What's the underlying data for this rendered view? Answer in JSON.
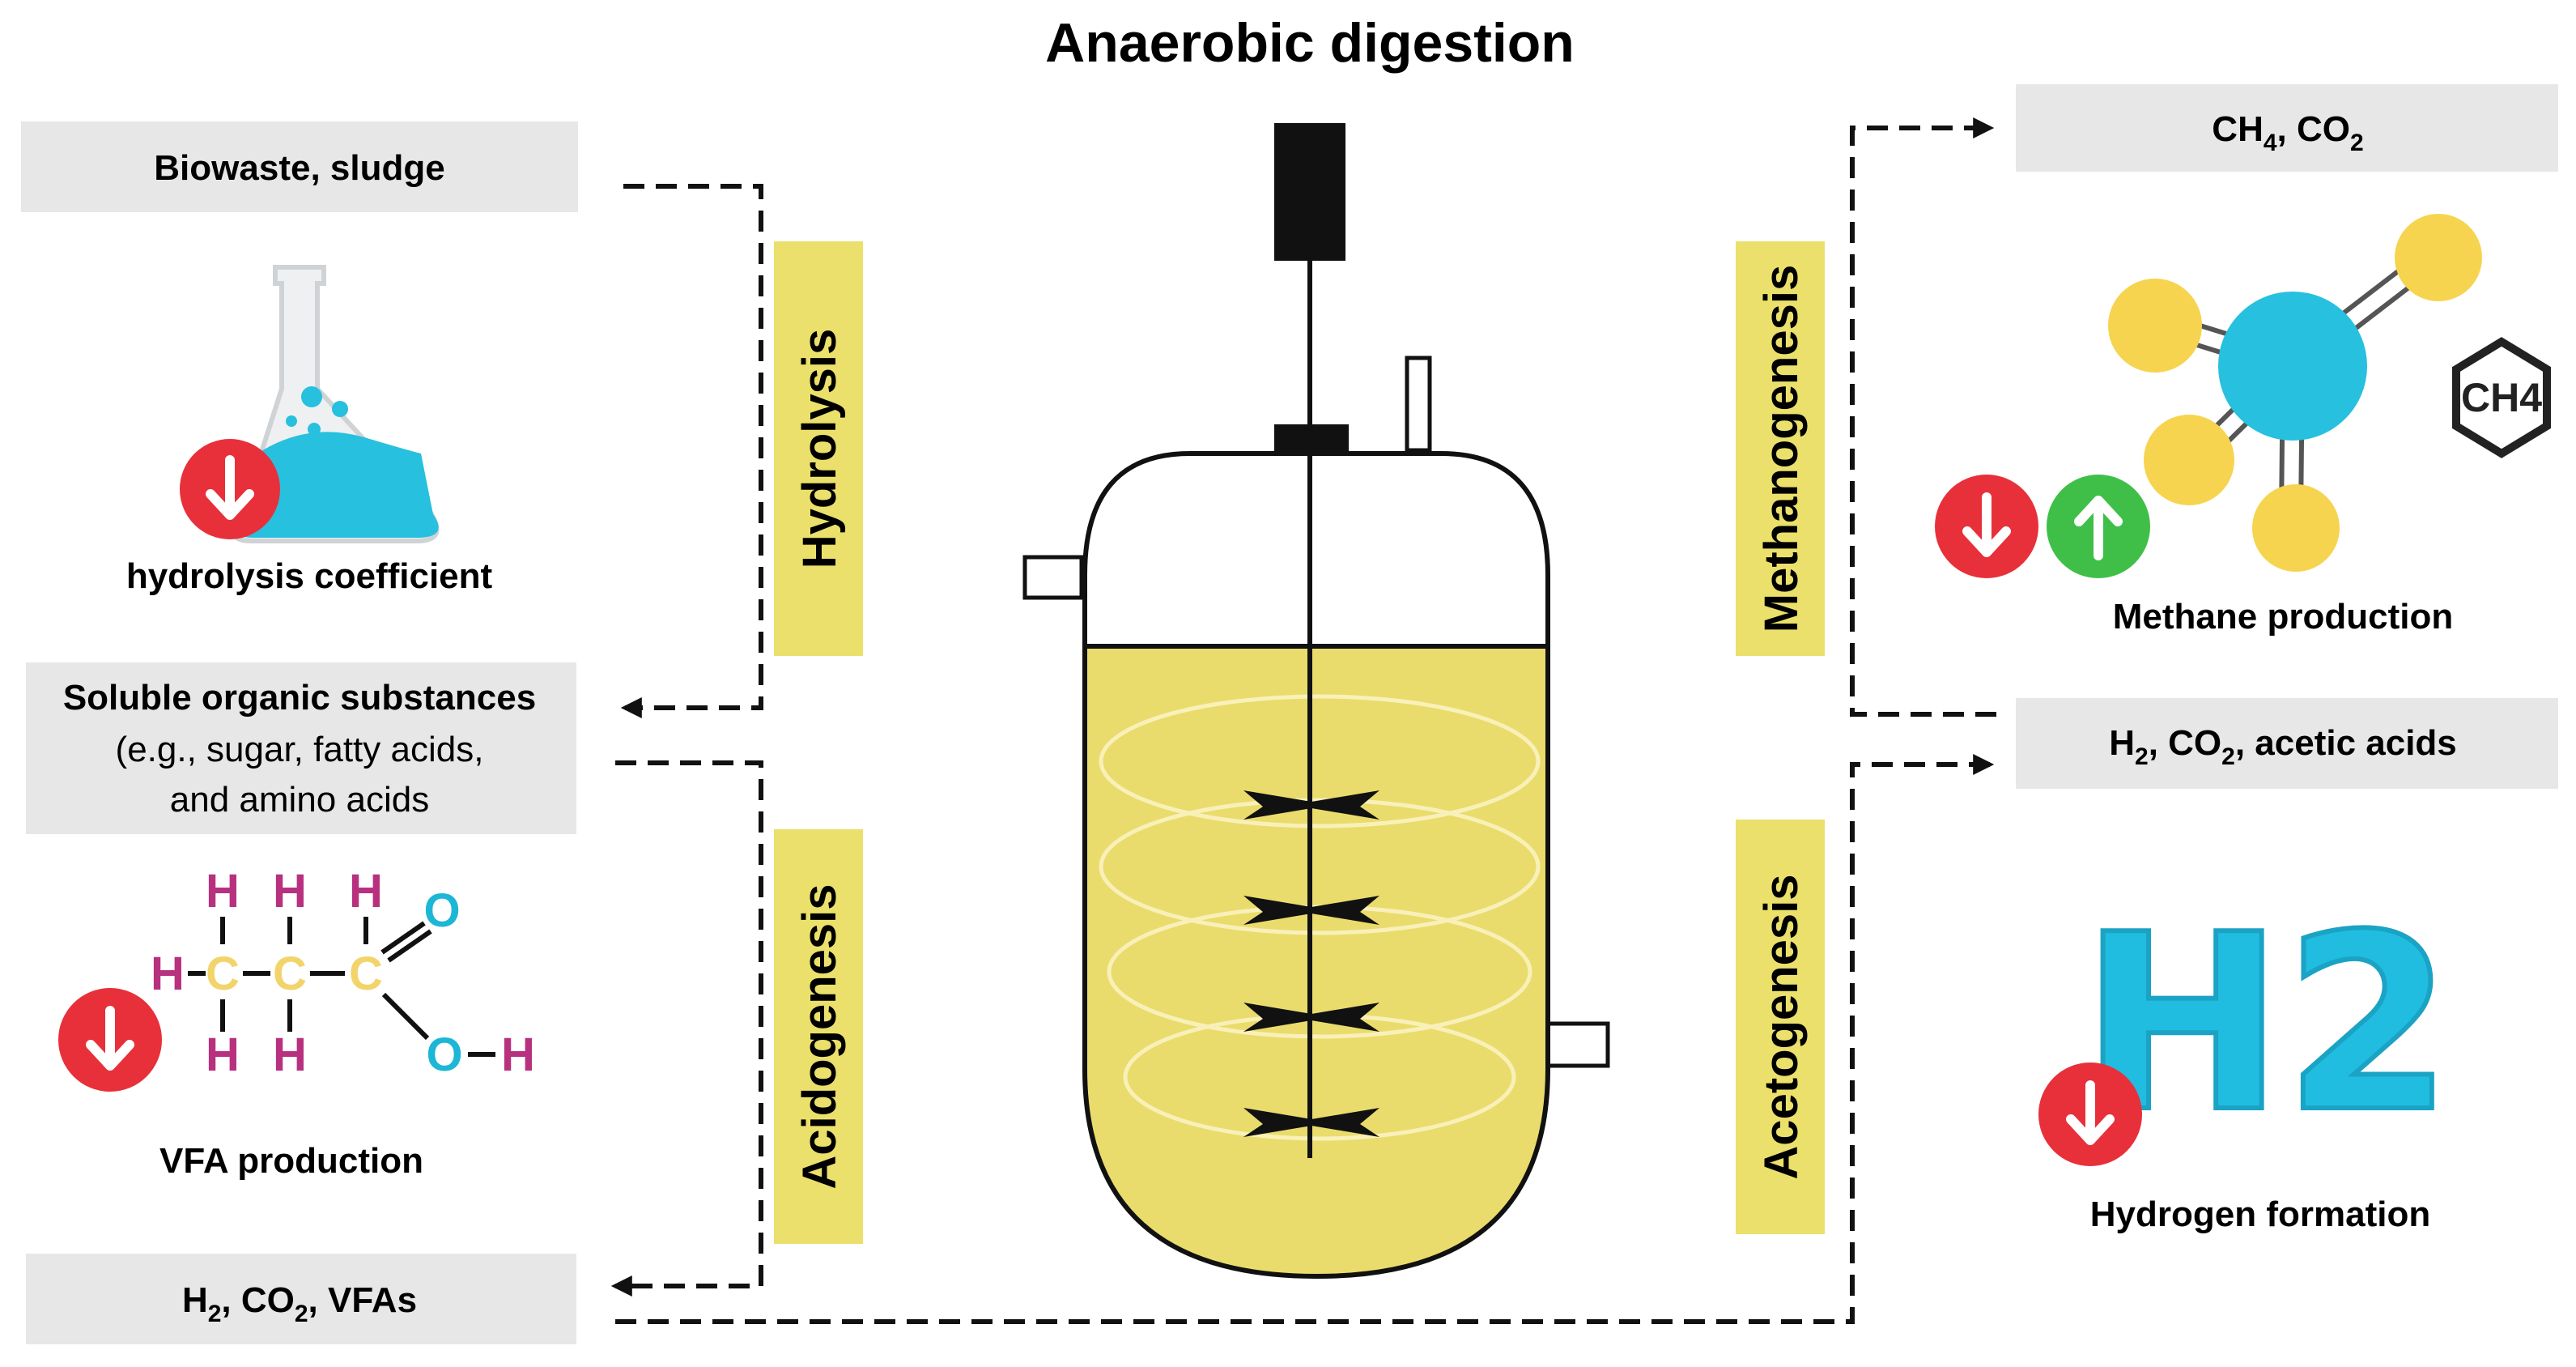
{
  "title": "Anaerobic digestion",
  "inputs": {
    "feed": "Biowaste, sludge",
    "hydrolysis_coefficient": "hydrolysis coefficient",
    "soluble_title": "Soluble organic substances",
    "soluble_line1": "(e.g., sugar, fatty acids,",
    "soluble_line2": "and amino acids",
    "vfa_production": "VFA production",
    "h2_co2_vfas": {
      "a": "H",
      "a_sub": "2",
      "b": ", CO",
      "b_sub": "2",
      "c": ", VFAs"
    }
  },
  "stages": {
    "hydrolysis": "Hydrolysis",
    "acidogenesis": "Acidogenesis",
    "methanogenesis": "Methanogenesis",
    "acetogenesis": "Acetogenesis"
  },
  "outputs": {
    "ch4_co2": {
      "a": "CH",
      "a_sub": "4",
      "b": ", CO",
      "b_sub": "2"
    },
    "methane_production": "Methane production",
    "ch4_badge": "CH4",
    "h2_co2_acetic": {
      "a": "H",
      "a_sub": "2",
      "b": ", CO",
      "b_sub": "2",
      "c": ", acetic acids"
    },
    "h2_graphic": "H2",
    "hydrogen_formation": "Hydrogen formation"
  },
  "molecule": {
    "H": "H",
    "C": "C",
    "O": "O"
  },
  "colors": {
    "label_box": "#e6e7e6",
    "stage_box": "#ebe06b",
    "reactor_fill": "#e9dc6c",
    "down_arrow": "#e8303a",
    "up_arrow": "#3fbf48",
    "flask_liquid": "#27c0de",
    "atom_center": "#27c0de",
    "atom_outer": "#f6d44f",
    "h_magenta": "#b8317f",
    "c_yellow": "#f2d46a",
    "o_cyan": "#1cb6d6",
    "h2_blue": "#21bde0"
  }
}
